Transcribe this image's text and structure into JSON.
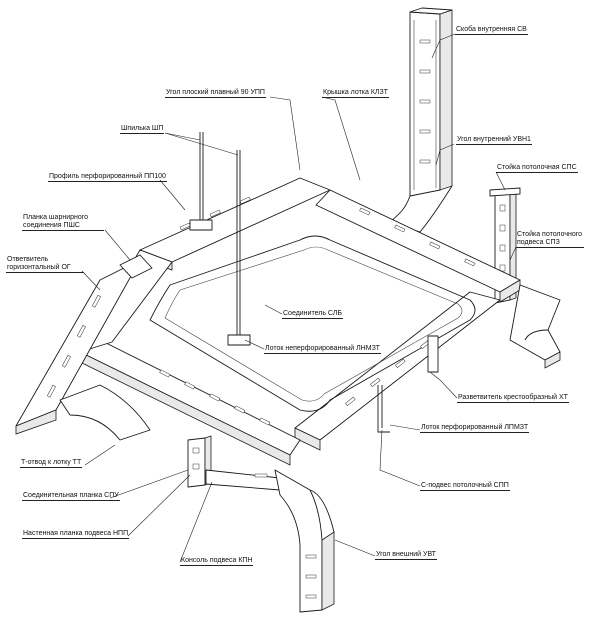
{
  "labels": {
    "skoba_vnutr": "Скоба внутренняя СВ",
    "ugol_ploskiy": "Угол плоский плавный 90 УПП",
    "kryshka": "Крышка лотка КЛЗТ",
    "shpilka": "Шпилька ШП",
    "ugol_vnutr": "Угол внутренний УВН1",
    "profil": "Профиль перфорированный ПП100",
    "stoyka_potol": "Стойка потолочная СПС",
    "planka_sharn": "Планка шарнирного соединения ПШС",
    "stoyka_podves": "Стойка потолочного подвеса СПЗ",
    "otvetvitel": "Ответвитель горизонтальный ОГ",
    "soedinitel": "Соединитель СЛБ",
    "lotok_neperf": "Лоток неперфорированный ЛНМЗТ",
    "razvetvitel": "Разветвитель крестообразный ХТ",
    "lotok_perf": "Лоток перфорированный ЛПМЗТ",
    "t_otvod": "Т-отвод к лотку ТТ",
    "s_podves": "С-подвес потолочный СПП",
    "soed_planka": "Соединительная планка СПУ",
    "nastennaya": "Настенная планка подвеса НПП",
    "konsol": "Консоль подвеса КПН",
    "ugol_vneshniy": "Угол внешний УВТ"
  }
}
